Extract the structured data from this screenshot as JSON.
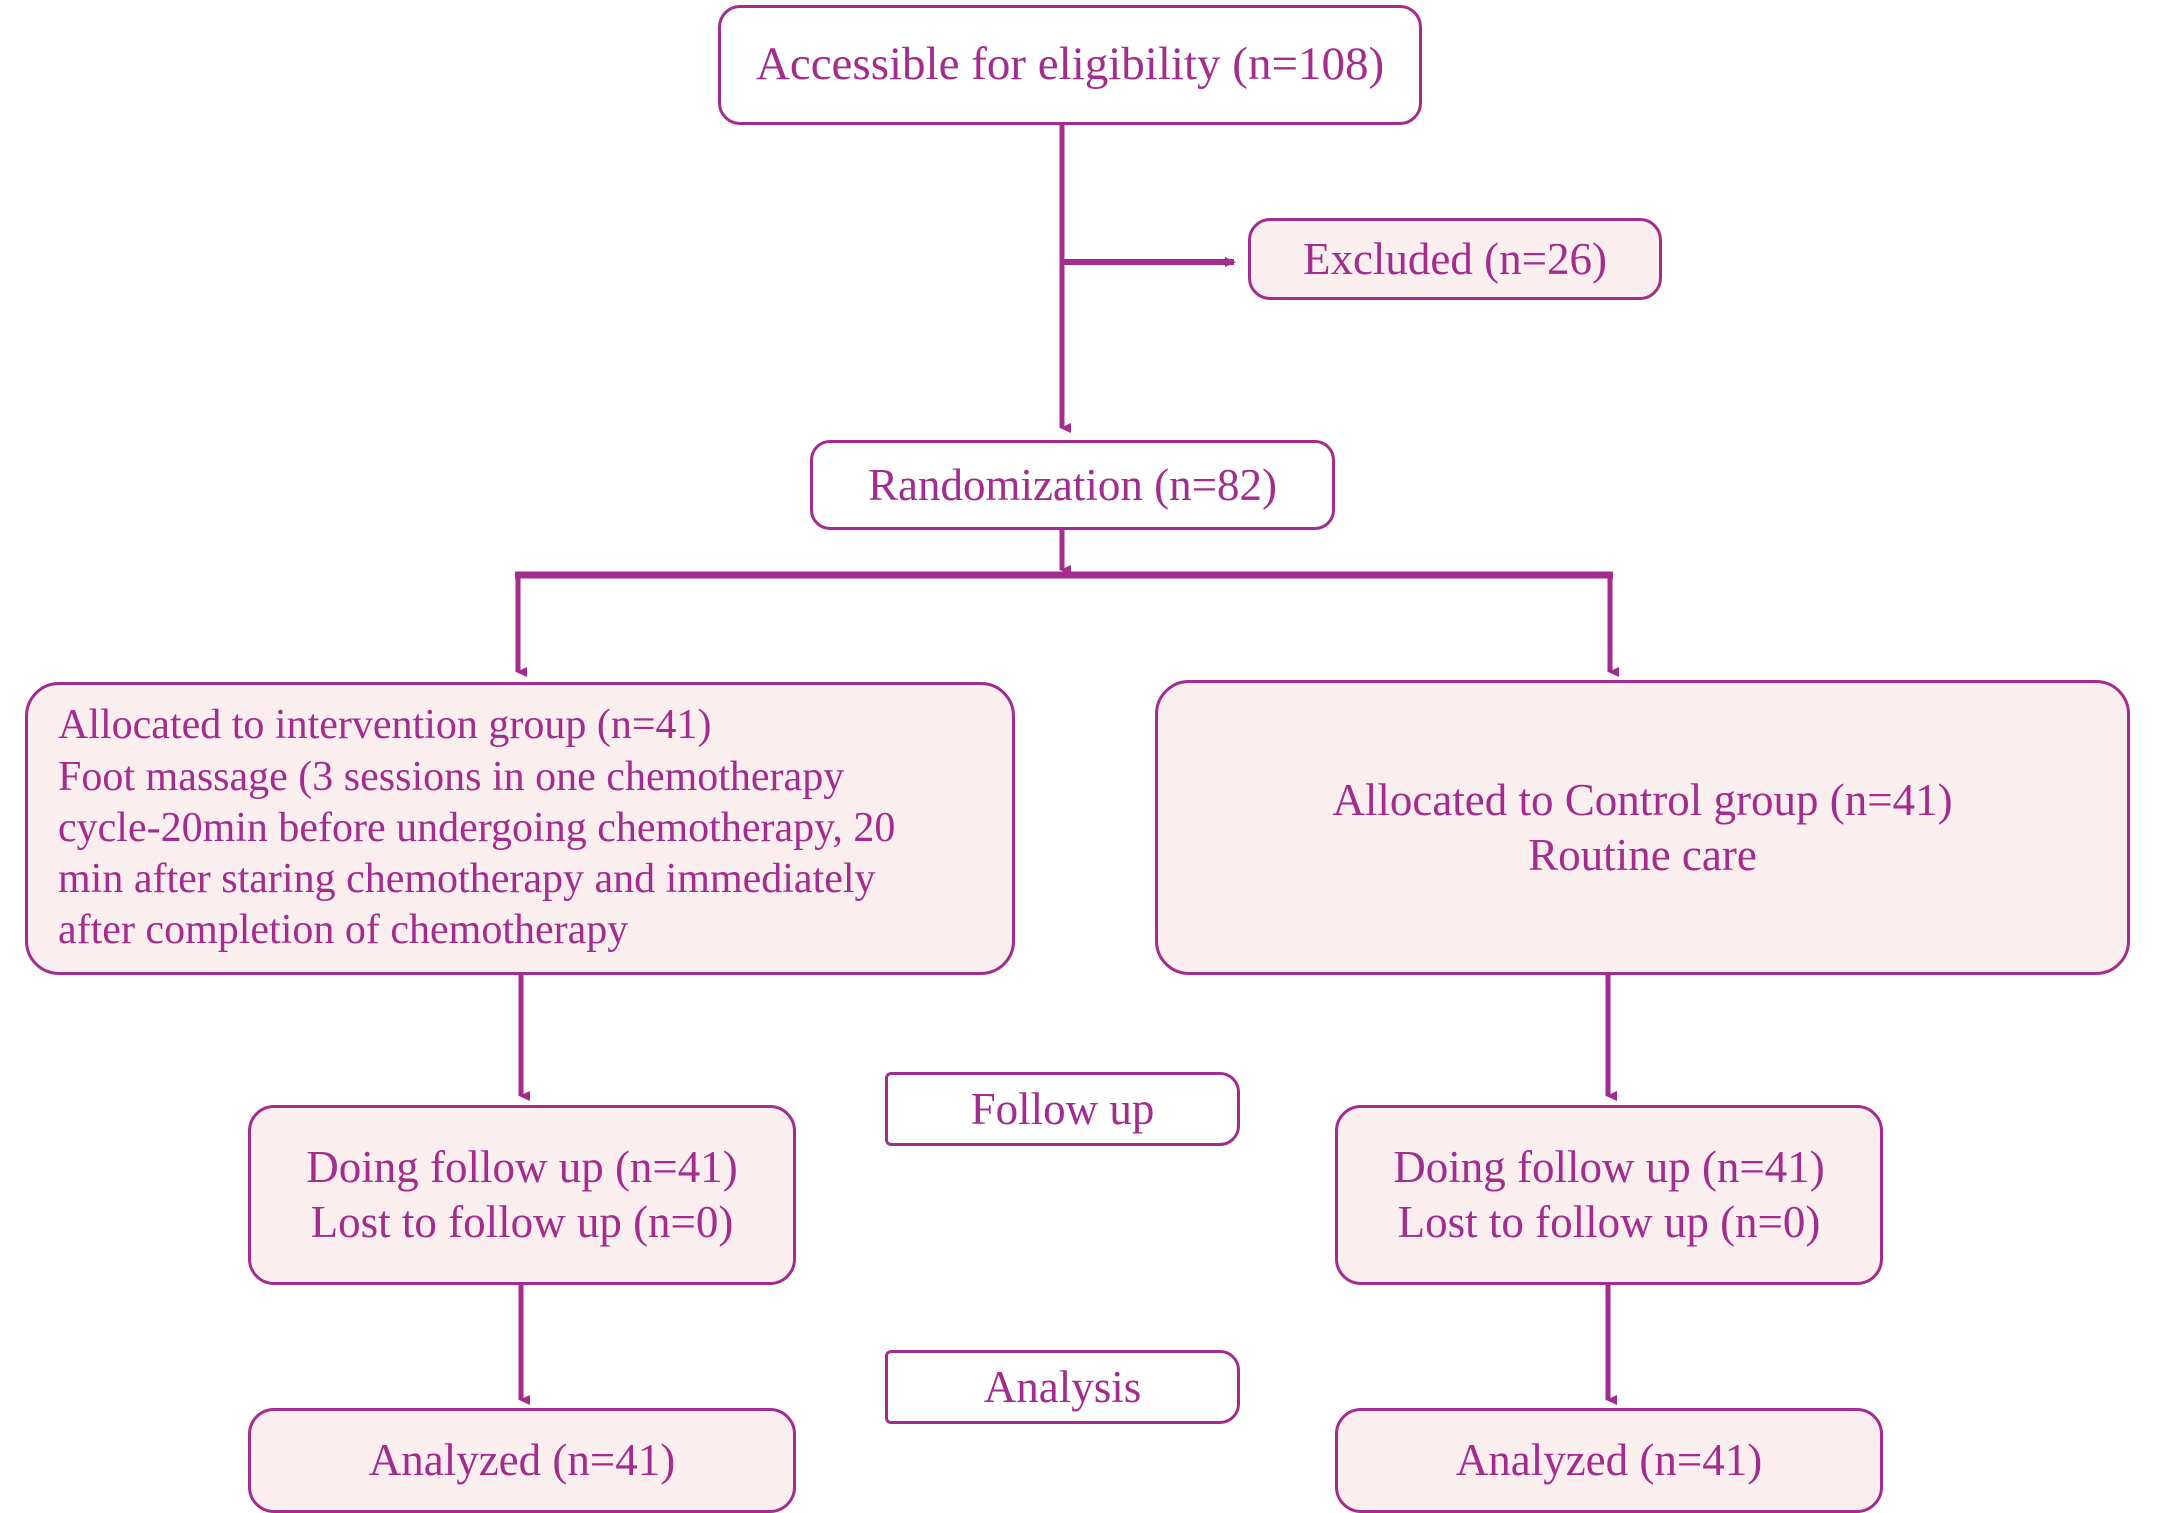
{
  "diagram": {
    "type": "consort-flow-diagram",
    "colors": {
      "line": "#a32c8e",
      "border": "#a32c8e",
      "text": "#a32c8e",
      "fill_pink": "#fbeeef",
      "fill_white": "#ffffff",
      "background": "#ffffff"
    },
    "nodes": {
      "accessible": {
        "label": "Accessible for eligibility (n=108)"
      },
      "excluded": {
        "label": "Excluded (n=26)"
      },
      "randomization": {
        "label": "Randomization (n=82)"
      },
      "intervention": {
        "label": "Allocated to intervention group (n=41)\nFoot massage (3 sessions in one chemotherapy\ncycle-20min before undergoing chemotherapy, 20\nmin after staring chemotherapy and immediately\nafter completion of chemotherapy"
      },
      "control": {
        "label": "Allocated to Control group (n=41)\nRoutine care"
      },
      "followup_label": {
        "label": "Follow up"
      },
      "analysis_label": {
        "label": "Analysis"
      },
      "left_followup": {
        "label": "Doing follow up (n=41)\nLost to follow up (n=0)"
      },
      "right_followup": {
        "label": "Doing follow up (n=41)\nLost to follow up (n=0)"
      },
      "left_analyzed": {
        "label": "Analyzed (n=41)"
      },
      "right_analyzed": {
        "label": "Analyzed (n=41)"
      }
    },
    "counts": {
      "assessed_for_eligibility": 108,
      "excluded": 26,
      "randomized": 82,
      "intervention_allocated": 41,
      "control_allocated": 41,
      "intervention_followed": 41,
      "intervention_lost": 0,
      "control_followed": 41,
      "control_lost": 0,
      "intervention_analyzed": 41,
      "control_analyzed": 41
    }
  }
}
